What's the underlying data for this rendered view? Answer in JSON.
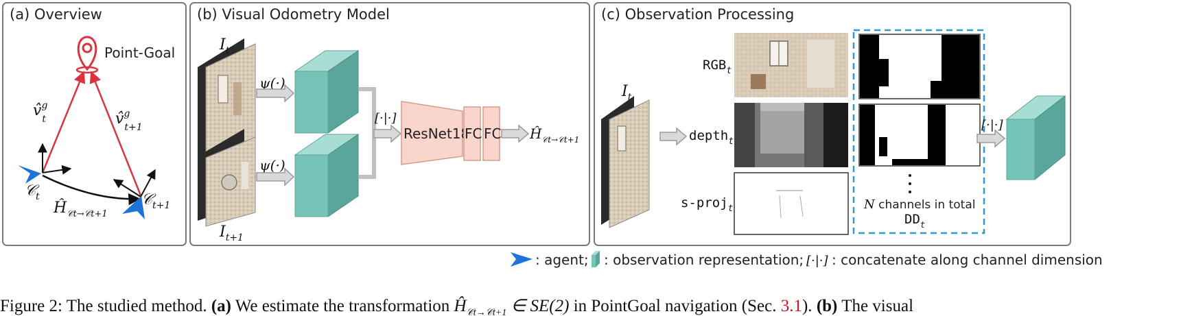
{
  "colors": {
    "panel_border": "#7a7a7a",
    "panel_fill": "#ffffff",
    "teal_front": "#76c3b7",
    "teal_top": "#a7ddd3",
    "teal_side": "#5aa69a",
    "resnet_fill": "#f9d5cc",
    "goal_red": "#d9343f",
    "agent_blue": "#1e73d8",
    "dash_blue": "#2e9ad8",
    "arrow_gray": "#bfbfbf"
  },
  "panels": {
    "a": {
      "title": "(a) Overview",
      "point_goal": "Point-Goal",
      "v_t": "v̂",
      "v_t_sup": "g",
      "v_t_sub": "t",
      "v_t1": "v̂",
      "v_t1_sup": "g",
      "v_t1_sub": "t+1",
      "c_t": "𝒞",
      "c_t_sub": "t",
      "c_t1": "𝒞",
      "c_t1_sub": "t+1",
      "h": "Ĥ",
      "h_sub": "𝒞t→𝒞t+1"
    },
    "b": {
      "title": "(b) Visual Odometry Model",
      "it": "I",
      "it_sub": "t",
      "it1": "I",
      "it1_sub": "t+1",
      "psi_top": "ψ(·)",
      "psi_bottom": "ψ(·)",
      "concat": "[·|·]",
      "resnet": "ResNet18",
      "fc1": "FC",
      "fc2": "FC",
      "out": "Ĥ",
      "out_sub": "𝒞t→𝒞t+1"
    },
    "c": {
      "title": "(c) Observation Processing",
      "it": "I",
      "it_sub": "t",
      "rgb": "RGB",
      "rgb_sub": "t",
      "depth": "depth",
      "depth_sub": "t",
      "sproj": "s-proj",
      "sproj_sub": "t",
      "channels_pre": "N",
      "channels": " channels in total",
      "dd": "DD",
      "dd_sub": "t",
      "concat": "[·|·]"
    }
  },
  "legend": {
    "agent": ": agent;",
    "obs": ": observation representation;",
    "concat_sym": "[·|·]",
    "concat_text": ": concatenate along channel dimension"
  },
  "caption": {
    "figure": "Figure 2: The studied method.",
    "a_label": "(a)",
    "a_text": "We estimate the transformation",
    "math": "Ĥ",
    "math_sub": "𝒞t→𝒞t+1",
    "in_se2": "∈ SE(2)",
    "tail": "in PointGoal navigation (Sec.",
    "ref": "3.1",
    "after_ref": ").",
    "b_label": "(b)",
    "b_text": "The visual"
  }
}
